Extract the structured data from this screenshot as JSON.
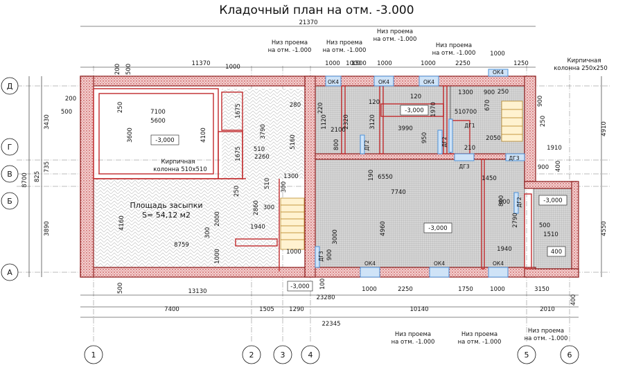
{
  "title": "Кладочный план на отм. -3.000",
  "axes_letters": [
    "Д",
    "Г",
    "В",
    "Б",
    "А"
  ],
  "axes_numbers": [
    "1",
    "2",
    "3",
    "4",
    "5",
    "6"
  ],
  "dims_top": [
    "21370",
    "11370",
    "1000",
    "1500",
    "1000",
    "1000",
    "2250",
    "1000",
    "1250",
    "200",
    "500",
    "1000"
  ],
  "dims_bottom": [
    "500",
    "13130",
    "1000",
    "2250",
    "1750",
    "1000",
    "3150",
    "23280",
    "7400",
    "1505",
    "1290",
    "10140",
    "2010",
    "22345"
  ],
  "dims_left": [
    "200",
    "500",
    "3430",
    "8700",
    "735",
    "825",
    "3890"
  ],
  "dims_right": [
    "4910",
    "4550"
  ],
  "inner_dims": [
    "7100",
    "5600",
    "250",
    "3600",
    "4100",
    "-3,000",
    "1675",
    "1675",
    "510",
    "2260",
    "3790",
    "5160",
    "280",
    "1300",
    "510",
    "300",
    "250",
    "2860",
    "2000",
    "1940",
    "300",
    "8759",
    "4160",
    "1000",
    "300",
    "220",
    "1120",
    "2320",
    "120",
    "120",
    "3120",
    "3990",
    "1970",
    "2100",
    "800",
    "190",
    "6550",
    "7740",
    "4960",
    "-3,000",
    "3000",
    "1000",
    "900",
    "1300",
    "900",
    "250",
    "670",
    "510",
    "700",
    "2050",
    "210",
    "1910",
    "900",
    "400",
    "1450",
    "800",
    "2790",
    "1940",
    "500",
    "1510",
    "400",
    "900",
    "400",
    "250",
    "100",
    "-3,000",
    "-3,000",
    "-3,000",
    "1000",
    "800",
    "950"
  ],
  "labels": {
    "brick_col_big": "Кирпичная\nколонна 510х510",
    "backfill_area": "Площадь засыпки\nS= 54,12 м2",
    "brick_col_small": "Кирпичная\nколонна 250х250",
    "lvl_minus3": "-3,000"
  },
  "opening_notes": [
    "Низ проема\nна отм. -1.000",
    "Низ проема\nна отм. -1.000",
    "Низ проема\nна отм. -1.000",
    "Низ проема\nна отм. -1.000",
    "Низ проема\nна отм. -1.000",
    "Низ проема\nна отм. -1.000",
    "Низ проема\nна отм. -1.000"
  ],
  "tags": {
    "ok4": "ОК4",
    "dg1": "ДГ1",
    "dg2": "ДГ2",
    "dg3": "ДГ3"
  },
  "colors": {
    "wall_red": "#c0282a",
    "brick_fill": "#e8b4b4",
    "grey": "#cfcfcf",
    "blue": "#4a90d9"
  }
}
